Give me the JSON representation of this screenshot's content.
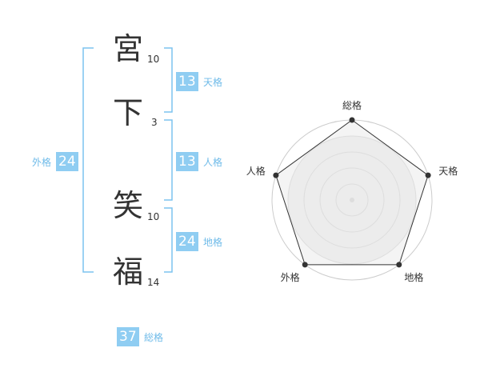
{
  "name": {
    "chars": [
      {
        "char": "宮",
        "strokes": "10"
      },
      {
        "char": "下",
        "strokes": "3"
      },
      {
        "char": "笑",
        "strokes": "10"
      },
      {
        "char": "福",
        "strokes": "14"
      }
    ]
  },
  "kakusu": {
    "tenkaku": {
      "value": "13",
      "label": "天格"
    },
    "jinkaku": {
      "value": "13",
      "label": "人格"
    },
    "chikaku": {
      "value": "24",
      "label": "地格"
    },
    "gaikaku": {
      "value": "24",
      "label": "外格"
    },
    "soukaku": {
      "value": "37",
      "label": "総格"
    }
  },
  "colors": {
    "accent": "#8fcdf2",
    "accent_text": "#6fbbe9",
    "bracket": "#7cc3ef",
    "radar_fill": "#eeeeee",
    "radar_line": "#333333"
  },
  "chart_data": {
    "type": "radar",
    "axes": [
      "総格",
      "天格",
      "地格",
      "外格",
      "人格"
    ],
    "values": [
      1.0,
      1.0,
      1.0,
      1.0,
      1.0
    ],
    "max": 1.0,
    "rings": 5
  }
}
